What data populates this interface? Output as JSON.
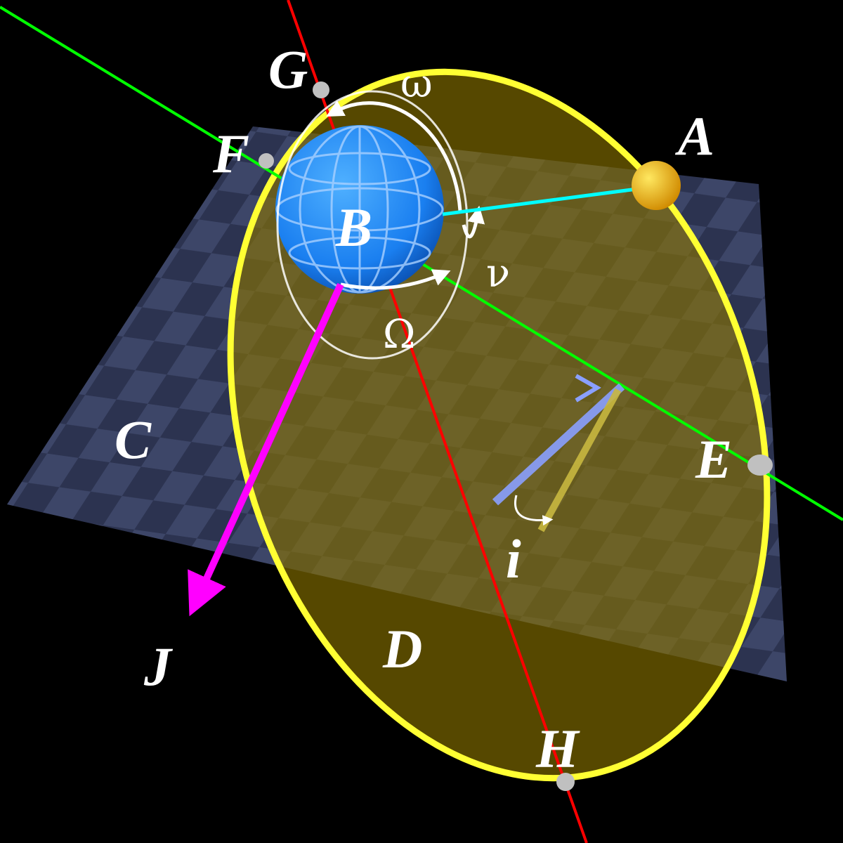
{
  "labels": {
    "A": "A",
    "B": "B",
    "C": "C",
    "D": "D",
    "E": "E",
    "F": "F",
    "G": "G",
    "H": "H",
    "J": "J",
    "i": "i"
  },
  "greek": {
    "omega": "ω",
    "nu": "ν",
    "Omega": "Ω"
  },
  "colors": {
    "background": "#000000",
    "reference_plane": "#3a4260",
    "orbit_plane": "#7a6a00",
    "orbit": "#ffff33",
    "node_line": "#00ff00",
    "apsis_line": "#ff0000",
    "body_vector": "#00ffff",
    "reference_direction": "#ff00ff",
    "central_body": "#1e88ff",
    "orbiting_body": "#ffc000"
  }
}
